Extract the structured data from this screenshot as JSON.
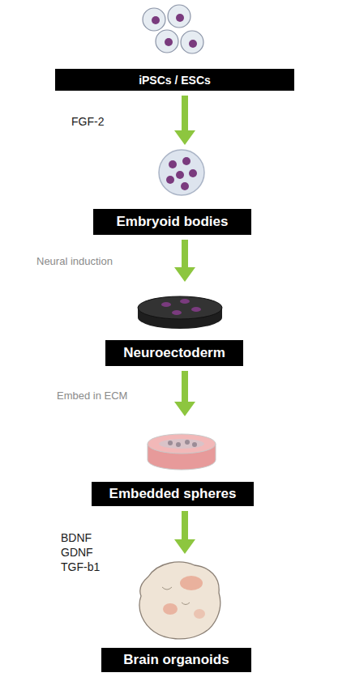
{
  "diagram": {
    "nodes": [
      {
        "text": [
          "iPSCs / ESCs"
        ]
      },
      {
        "text": [
          "Embryoid bodies"
        ]
      },
      {
        "text": [
          "Neuroectoderm"
        ]
      },
      {
        "text": [
          "Embedded spheres"
        ]
      },
      {
        "text": [
          "Brain organoids"
        ]
      }
    ],
    "edges": [
      {
        "from": 0,
        "to": 1,
        "arrow": "to",
        "label": "FGF-2"
      },
      {
        "from": 1,
        "to": 2,
        "arrow": "to",
        "label": "Neural induction"
      },
      {
        "from": 2,
        "to": 3,
        "arrow": "to",
        "label": "Embed in ECM"
      },
      {
        "from": 3,
        "to": 4,
        "arrow": "to",
        "label": "BDNF GDNF TGF-b1"
      }
    ]
  }
}
